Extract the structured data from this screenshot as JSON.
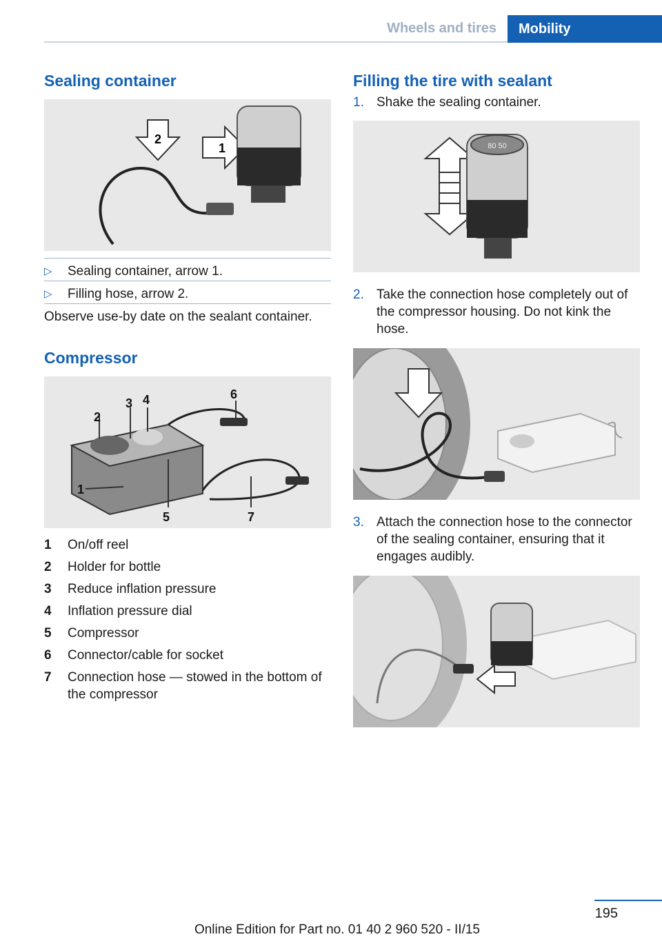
{
  "header": {
    "section": "Wheels and tires",
    "chapter": "Mobility"
  },
  "left": {
    "sealing_title": "Sealing container",
    "sealing_items": [
      "Sealing container, arrow 1.",
      "Filling hose, arrow 2."
    ],
    "sealing_note": "Observe use-by date on the sealant container.",
    "fig1_labels": [
      "2",
      "1"
    ],
    "compressor_title": "Compressor",
    "fig2_labels": [
      "1",
      "2",
      "3",
      "4",
      "5",
      "6",
      "7"
    ],
    "compressor_items": [
      {
        "num": "1",
        "text": "On/off reel"
      },
      {
        "num": "2",
        "text": "Holder for bottle"
      },
      {
        "num": "3",
        "text": "Reduce inflation pressure"
      },
      {
        "num": "4",
        "text": "Inflation pressure dial"
      },
      {
        "num": "5",
        "text": "Compressor"
      },
      {
        "num": "6",
        "text": "Connector/cable for socket"
      },
      {
        "num": "7",
        "text": "Connection hose — stowed in the bottom of the compressor"
      }
    ]
  },
  "right": {
    "title": "Filling the tire with sealant",
    "steps": [
      {
        "num": "1.",
        "text": "Shake the sealing container."
      },
      {
        "num": "2.",
        "text": "Take the connection hose completely out of the compressor housing. Do not kink the hose."
      },
      {
        "num": "3.",
        "text": "Attach the connection hose to the connector of the sealing container, ensuring that it engages audibly."
      }
    ],
    "dial_label": "80 50"
  },
  "footer": {
    "page_number": "195",
    "edition": "Online Edition for Part no. 01 40 2 960 520 - II/15"
  },
  "colors": {
    "accent": "#1461b3",
    "rule": "#c9d3de",
    "figure_bg": "#e8e8e8"
  }
}
